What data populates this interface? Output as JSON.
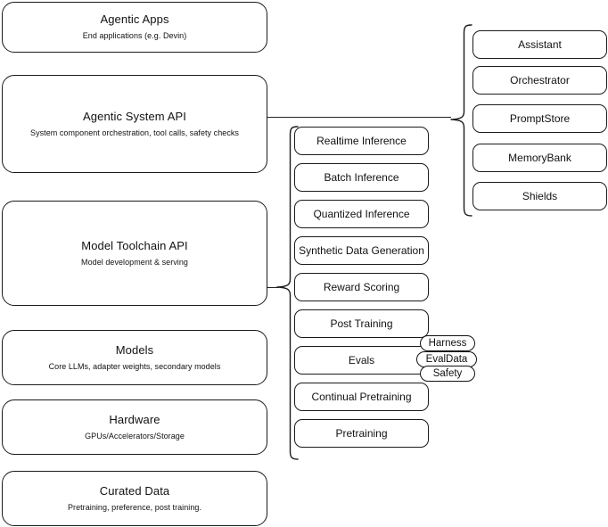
{
  "diagram": {
    "title": "Agentic stack layer diagram",
    "accent_color": "#1a1a1a",
    "background_color": "#ffffff"
  },
  "layers": [
    {
      "name": "agentic-apps",
      "title": "Agentic Apps",
      "subtitle": "End applications (e.g. Devin)"
    },
    {
      "name": "agentic-system-api",
      "title": "Agentic System API",
      "subtitle": "System component orchestration, tool calls, safety checks"
    },
    {
      "name": "model-toolchain-api",
      "title": "Model Toolchain API",
      "subtitle": "Model development & serving"
    },
    {
      "name": "models",
      "title": "Models",
      "subtitle": "Core LLMs, adapter weights, secondary models"
    },
    {
      "name": "hardware",
      "title": "Hardware",
      "subtitle": "GPUs/Accelerators/Storage"
    },
    {
      "name": "curated-data",
      "title": "Curated Data",
      "subtitle": "Pretraining, preference, post training."
    }
  ],
  "system_components": [
    {
      "name": "assistant",
      "label": "Assistant"
    },
    {
      "name": "orchestrator",
      "label": "Orchestrator"
    },
    {
      "name": "promptstore",
      "label": "PromptStore"
    },
    {
      "name": "memorybank",
      "label": "MemoryBank"
    },
    {
      "name": "shields",
      "label": "Shields"
    }
  ],
  "toolchain_components": [
    {
      "name": "realtime-inference",
      "label": "Realtime Inference"
    },
    {
      "name": "batch-inference",
      "label": "Batch Inference"
    },
    {
      "name": "quantized-inference",
      "label": "Quantized Inference"
    },
    {
      "name": "synthetic-data-generation",
      "label": "Synthetic Data Generation"
    },
    {
      "name": "reward-scoring",
      "label": "Reward Scoring"
    },
    {
      "name": "post-training",
      "label": "Post Training"
    },
    {
      "name": "evals",
      "label": "Evals"
    },
    {
      "name": "continual-pretraining",
      "label": "Continual Pretraining"
    },
    {
      "name": "pretraining",
      "label": "Pretraining"
    }
  ],
  "eval_badges": [
    {
      "name": "harness",
      "label": "Harness"
    },
    {
      "name": "evaldata",
      "label": "EvalData"
    },
    {
      "name": "safety",
      "label": "Safety"
    }
  ]
}
